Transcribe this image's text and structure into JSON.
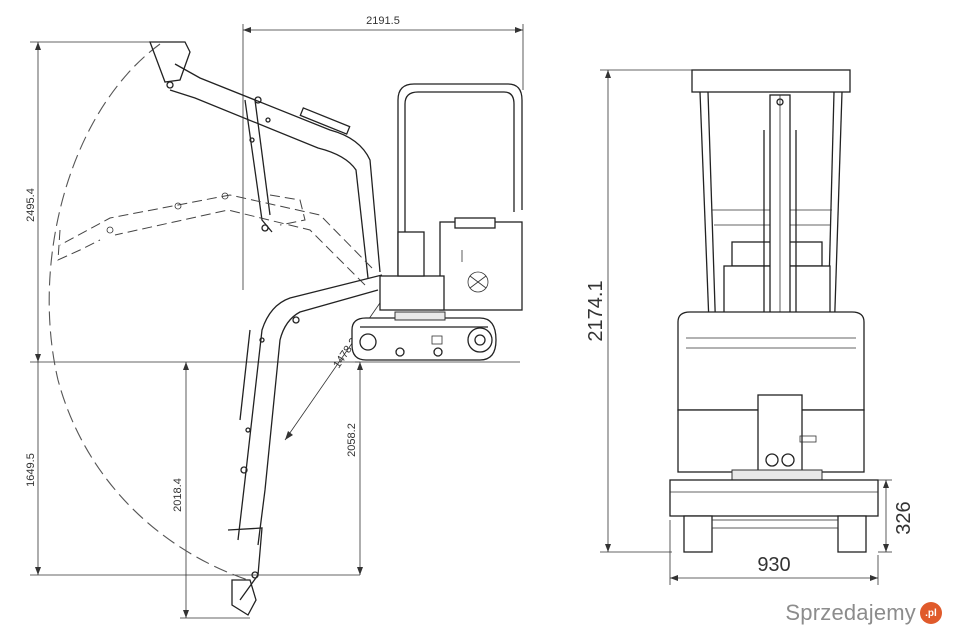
{
  "dimensions": {
    "overall_length": "2191.5",
    "max_height_reach": "2495.4",
    "dig_depth_left": "1649.5",
    "dig_depth_inner": "2018.4",
    "dig_depth_right": "2058.2",
    "inner_radius": "1478.2",
    "total_height": "2174.1",
    "track_width": "930",
    "blade_height": "326"
  },
  "watermark": {
    "text": "Sprzedajemy",
    "badge": ".pl",
    "accent": "#e05a2b"
  }
}
